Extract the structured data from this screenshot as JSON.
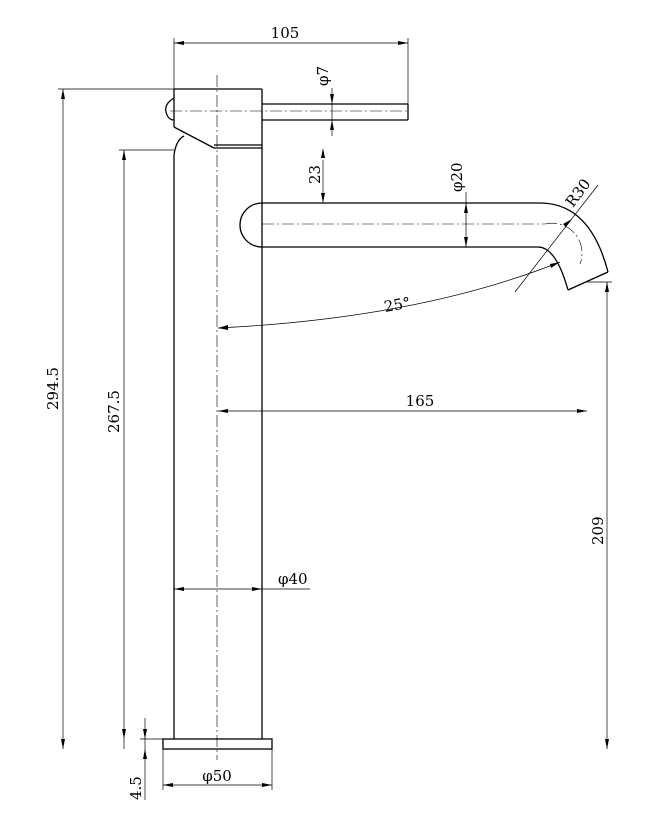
{
  "dimensions": {
    "width_handle": "105",
    "handle_dia": "φ7",
    "spout_dia": "φ20",
    "spout_radius": "R30",
    "spout_gap": "23",
    "angle": "25°",
    "reach": "165",
    "total_height": "294.5",
    "body_height": "267.5",
    "spout_height": "209",
    "body_dia": "φ40",
    "base_dia": "φ50",
    "base_thickness": "4.5"
  }
}
